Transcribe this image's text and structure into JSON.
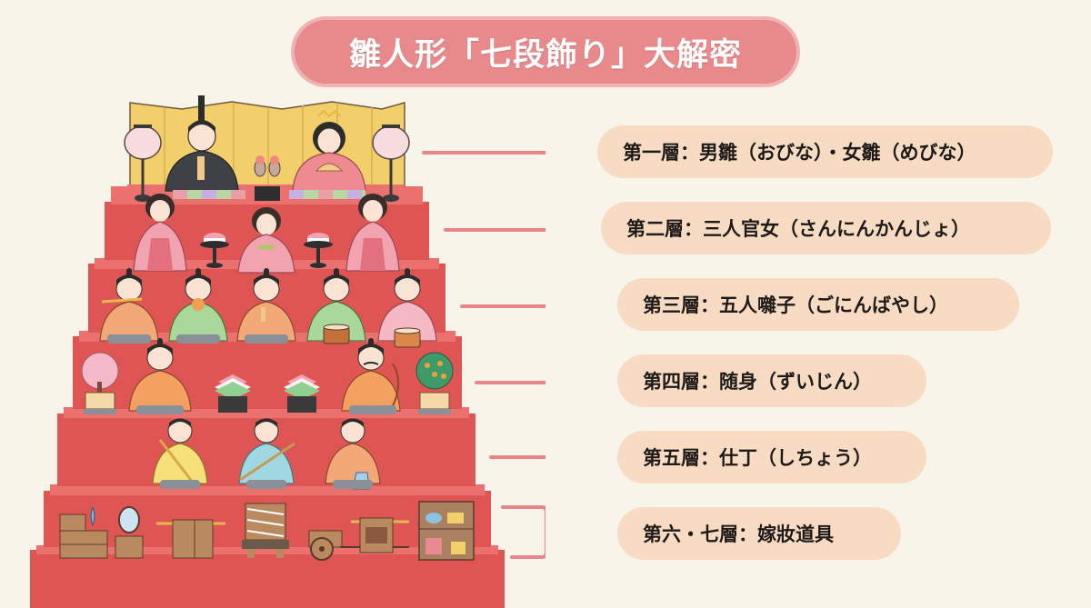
{
  "title": "雛人形「七段飾り」大解密",
  "colors": {
    "background": "#f8f4ea",
    "title_pill": "#e8898b",
    "step_front": "#de5553",
    "step_top": "#eb716f",
    "label_pill": "#f8dbc3",
    "arrow": "#e8858b",
    "screen_gold": "#f2cf6a"
  },
  "tiers": [
    {
      "level": 1,
      "label": "第一層：男雛（おびな）・女雛（めびな）",
      "figures": [
        "odairi-sama",
        "ohina-sama"
      ],
      "props": [
        "gold-folding-screen",
        "bonbori-lantern-left",
        "bonbori-lantern-right",
        "sake-bottles"
      ]
    },
    {
      "level": 2,
      "label": "第二層：三人官女（さんにんかんじょ）",
      "figures": [
        "court-lady-left",
        "court-lady-center",
        "court-lady-right"
      ],
      "props": [
        "sweets-stand-left",
        "sweets-stand-right"
      ]
    },
    {
      "level": 3,
      "label": "第三層：五人囃子（ごにんばやし）",
      "figures": [
        "flute-player",
        "singer-fan",
        "chanter",
        "taiko-drummer",
        "small-drum-player"
      ]
    },
    {
      "level": 4,
      "label": "第四層：随身（ずいじん）",
      "figures": [
        "young-guard",
        "old-guard"
      ],
      "props": [
        "cherry-tree",
        "hishimochi-left",
        "hishimochi-right",
        "tachibana-tree"
      ]
    },
    {
      "level": 5,
      "label": "第五層：仕丁（しちょう）",
      "figures": [
        "servant-broom",
        "servant-rake",
        "servant-dustpan"
      ]
    },
    {
      "level": "6-7",
      "label": "第六・七層：嫁妝道具",
      "props": [
        "chest-of-drawers",
        "mirror-stand",
        "cabinet",
        "stacked-box",
        "ox-cart",
        "palanquin",
        "shelf-with-bowls"
      ]
    }
  ]
}
